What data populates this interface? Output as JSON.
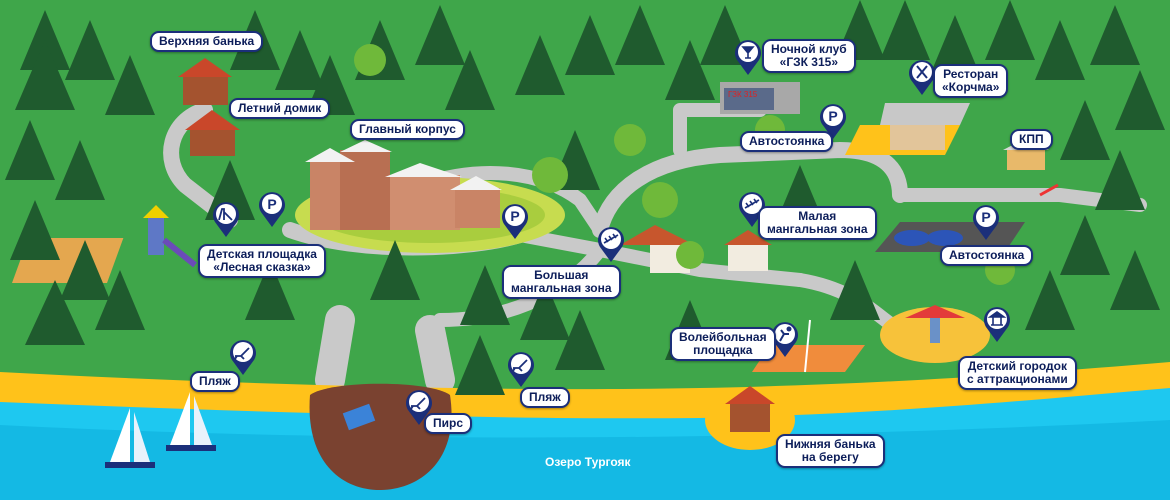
{
  "map": {
    "lake_name": "Озеро Тургояк",
    "colors": {
      "grass": "#3fa64a",
      "road": "#c9c9c9",
      "sand": "#ffc21a",
      "water": "#1ec8f0",
      "pin": "#1b2f7a",
      "tree": "#1f5b2e"
    }
  },
  "labels": {
    "upper_bath": "Верхняя банька",
    "summer_house": "Летний домик",
    "main_building": "Главный корпус",
    "night_club_1": "Ночной клуб",
    "night_club_2": "«ГЗК 315»",
    "restaurant_1": "Ресторан",
    "restaurant_2": "«Корчма»",
    "parking_top": "Автостоянка",
    "checkpoint": "КПП",
    "kids_playground_1": "Детская площадка",
    "kids_playground_2": "«Лесная сказка»",
    "small_bbq_1": "Малая",
    "small_bbq_2": "мангальная зона",
    "big_bbq_1": "Большая",
    "big_bbq_2": "мангальная зона",
    "parking_right": "Автостоянка",
    "volleyball_1": "Волейбольная",
    "volleyball_2": "площадка",
    "kids_town_1": "Детский городок",
    "kids_town_2": "с аттракционами",
    "beach_left": "Пляж",
    "beach_mid": "Пляж",
    "pier": "Пирс",
    "lower_bath_1": "Нижняя банька",
    "lower_bath_2": "на берегу",
    "club_sign": "ГЗК 315"
  },
  "pins": [
    {
      "icon": "cocktail-icon"
    },
    {
      "icon": "fork-knife-icon"
    },
    {
      "icon": "parking-icon",
      "letter": "P"
    },
    {
      "icon": "parking-icon",
      "letter": "P"
    },
    {
      "icon": "parking-icon",
      "letter": "P"
    },
    {
      "icon": "parking-icon",
      "letter": "P"
    },
    {
      "icon": "playground-icon"
    },
    {
      "icon": "grill-icon"
    },
    {
      "icon": "grill-icon"
    },
    {
      "icon": "volleyball-icon"
    },
    {
      "icon": "carousel-icon"
    },
    {
      "icon": "beach-chair-icon"
    },
    {
      "icon": "beach-chair-icon"
    },
    {
      "icon": "beach-chair-icon"
    }
  ]
}
